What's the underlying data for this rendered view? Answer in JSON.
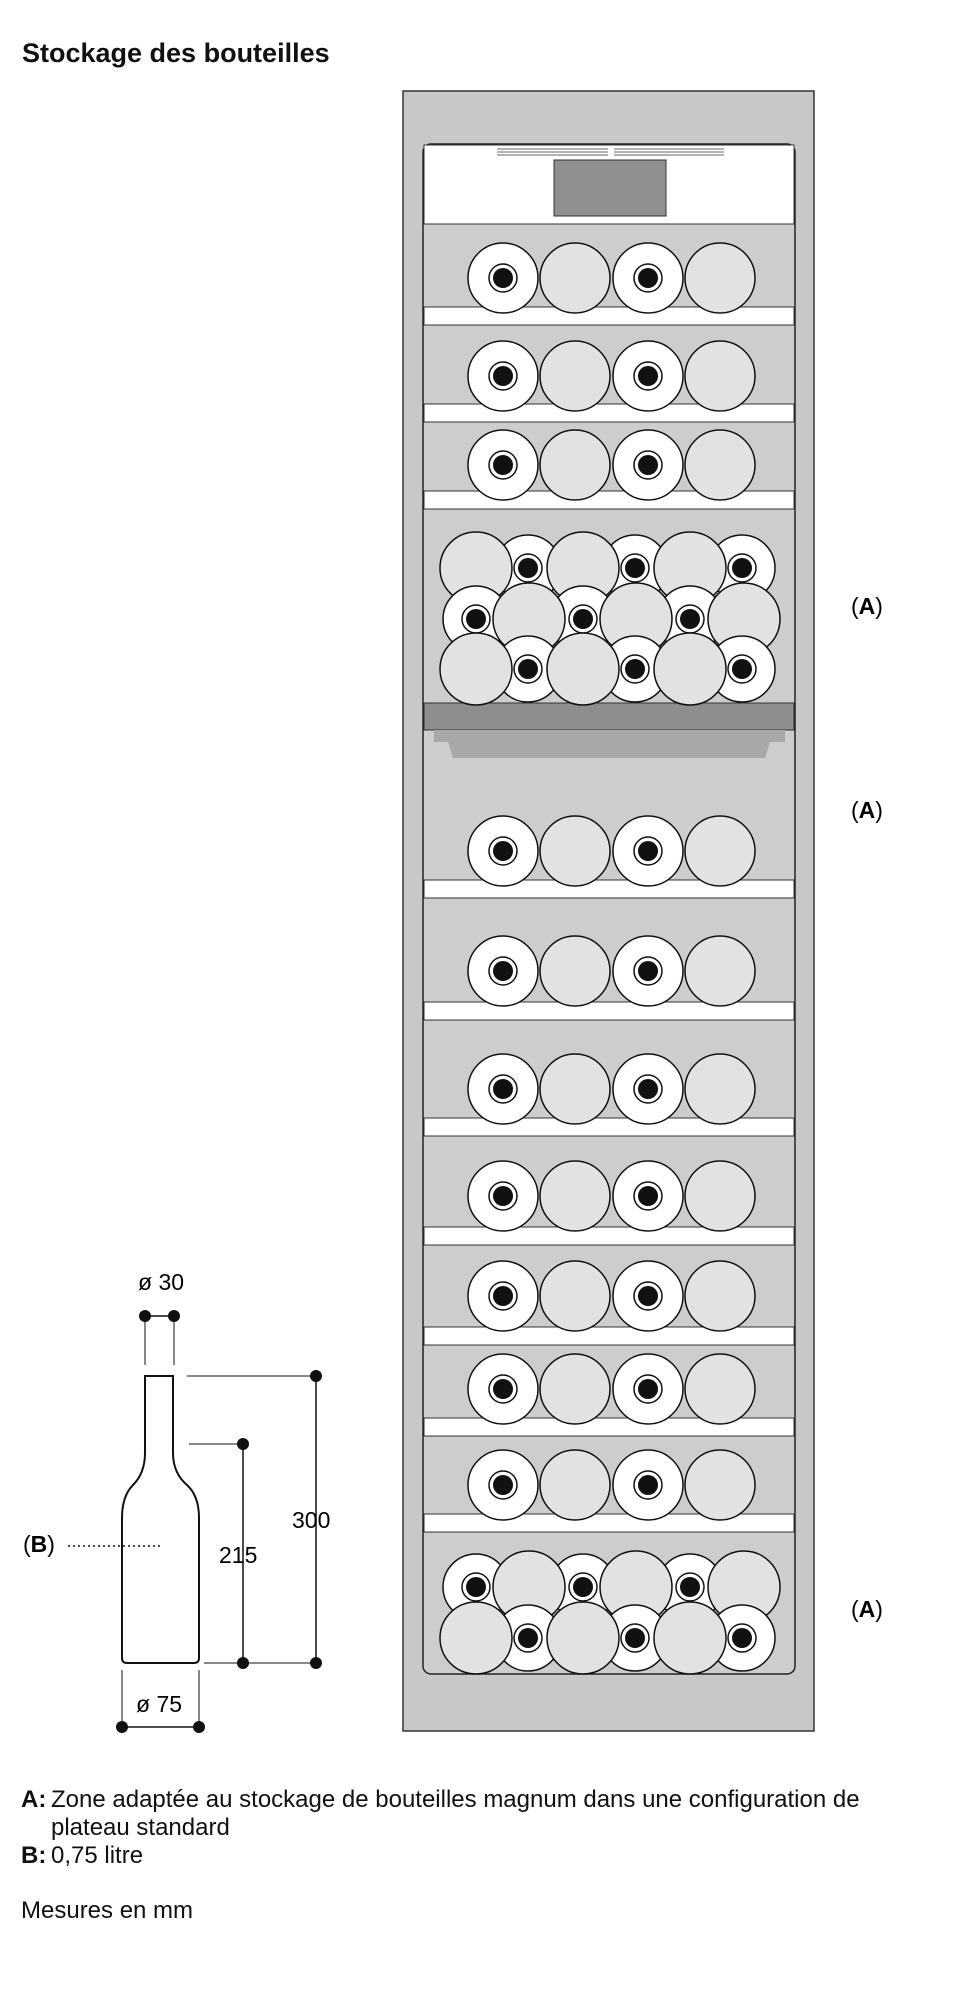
{
  "title": "Stockage des bouteilles",
  "callouts": {
    "zone_marker": "A",
    "bottle_marker": "B"
  },
  "bottle_dimensions": {
    "neck_diameter": "ø 30",
    "total_height": "300",
    "shoulder_height": "215",
    "base_diameter": "ø 75"
  },
  "legend": [
    {
      "key": "A:",
      "text": "Zone adaptée au stockage de bouteilles magnum dans une configuration de plateau standard"
    },
    {
      "key": "B:",
      "text": "0,75 litre"
    }
  ],
  "footnote": "Mesures en mm",
  "colors": {
    "cabinet_frame": "#c8c8c8",
    "shelf_background": "#cdcdcd",
    "bottle_fill": "#e2e2e2",
    "bottle_top_fill": "#ffffff",
    "cork": "#111111",
    "divider_dark": "#8e8e8e"
  }
}
